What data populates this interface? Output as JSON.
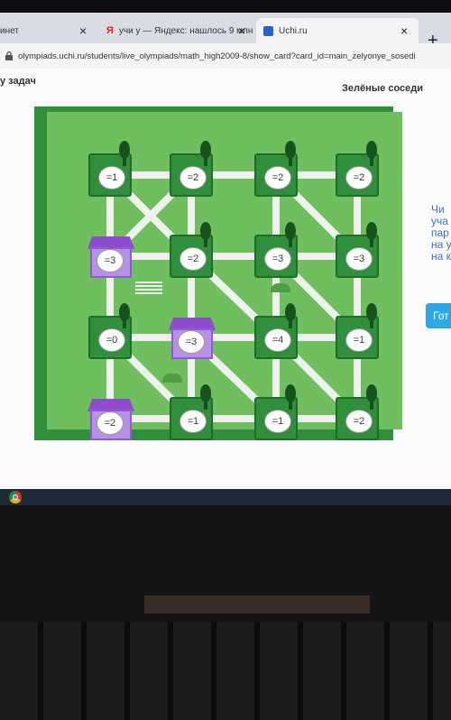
{
  "browser": {
    "tabs": [
      {
        "label": "инет",
        "close": "×"
      },
      {
        "label": "учи у — Яндекс: нашлось 9 млн",
        "close": "×"
      },
      {
        "label": "Uchi.ru",
        "close": "×"
      }
    ],
    "new_tab": "+",
    "url": "olympiads.uchi.ru/students/live_olympiads/math_high2009-8/show_card?card_id=main_zelyonye_sosedi"
  },
  "page": {
    "back_label": "у задач",
    "task_title": "Зелёные соседи",
    "side_text": [
      "Чи",
      "уча",
      "пар",
      "на у",
      "на к"
    ],
    "ready_button": "Гот"
  },
  "board": {
    "rows": [
      [
        {
          "type": "tree",
          "value": "=1"
        },
        {
          "type": "tree",
          "value": "=2"
        },
        {
          "type": "tree",
          "value": "=2"
        },
        {
          "type": "tree",
          "value": "=2"
        }
      ],
      [
        {
          "type": "house",
          "value": "=3"
        },
        {
          "type": "tree",
          "value": "=2"
        },
        {
          "type": "tree",
          "value": "=3"
        },
        {
          "type": "tree",
          "value": "=3"
        }
      ],
      [
        {
          "type": "tree",
          "value": "=0"
        },
        {
          "type": "house",
          "value": "=3"
        },
        {
          "type": "tree",
          "value": "=4"
        },
        {
          "type": "tree",
          "value": "=1"
        }
      ],
      [
        {
          "type": "house",
          "value": "=2"
        },
        {
          "type": "tree",
          "value": "=1"
        },
        {
          "type": "tree",
          "value": "=1"
        },
        {
          "type": "tree",
          "value": "=2"
        }
      ]
    ]
  },
  "colors": {
    "grass": "#6fbf5e",
    "tile": "#2f8f3a",
    "house": "#b691e8",
    "button": "#2ea7e6"
  }
}
